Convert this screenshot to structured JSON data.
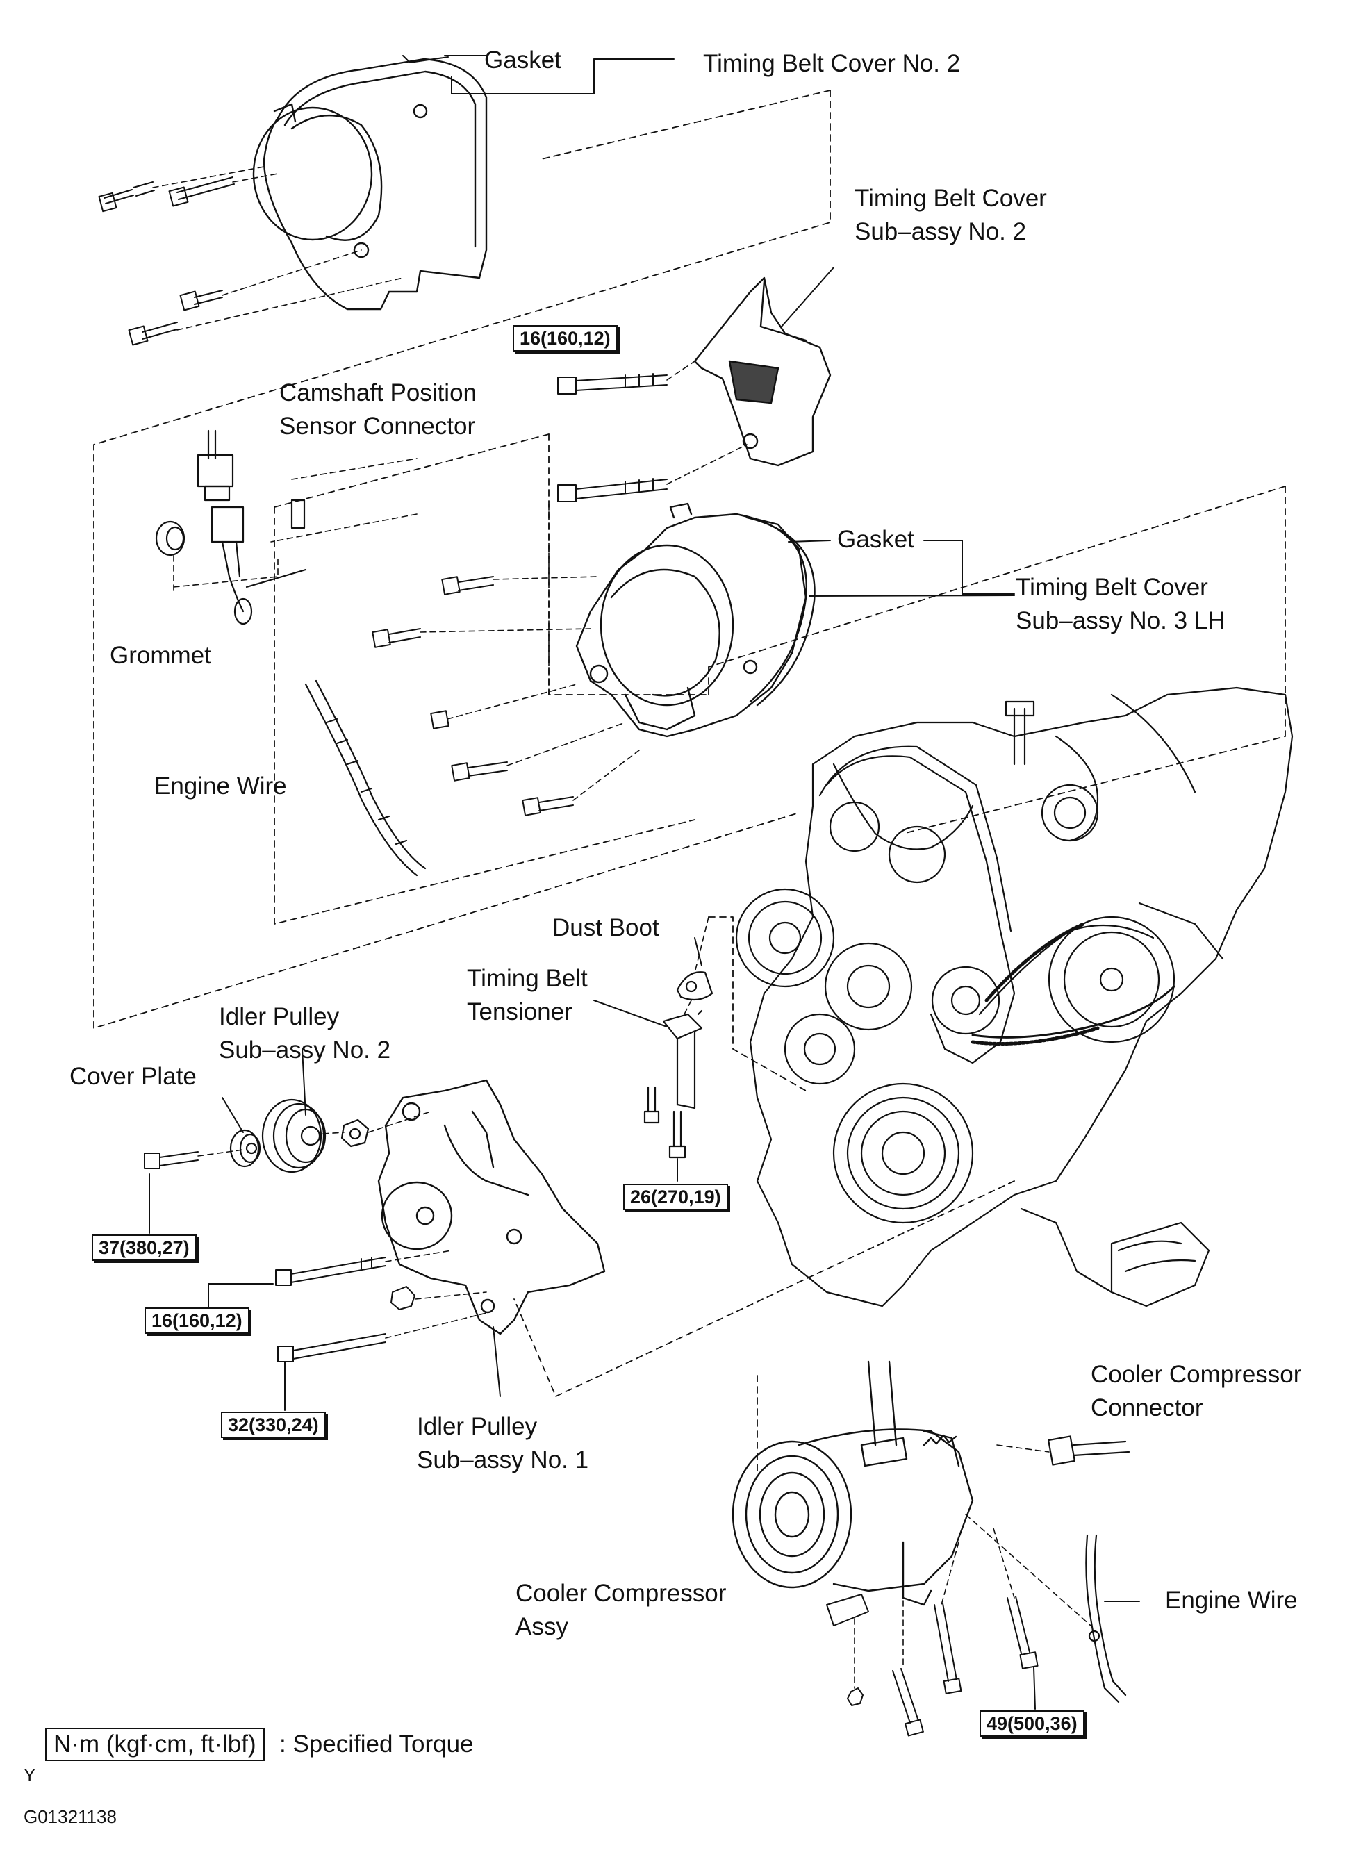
{
  "labels": {
    "gasket_top": "Gasket",
    "timing_belt_cover_no2": "Timing Belt Cover No. 2",
    "timing_belt_cover_subassy_no2": [
      "Timing Belt Cover",
      "Sub–assy No. 2"
    ],
    "camshaft_position_sensor_connector": [
      "Camshaft Position",
      "Sensor Connector"
    ],
    "gasket_mid": "Gasket",
    "timing_belt_cover_subassy_no3lh": [
      "Timing Belt Cover",
      "Sub–assy No. 3 LH"
    ],
    "grommet": "Grommet",
    "engine_wire_left": "Engine Wire",
    "dust_boot": "Dust Boot",
    "timing_belt_tensioner": [
      "Timing Belt",
      "Tensioner"
    ],
    "idler_pulley_no2": [
      "Idler Pulley",
      "Sub–assy No. 2"
    ],
    "cover_plate": "Cover Plate",
    "idler_pulley_no1": [
      "Idler Pulley",
      "Sub–assy No. 1"
    ],
    "cooler_compressor_connector": [
      "Cooler Compressor",
      "Connector"
    ],
    "cooler_compressor_assy": [
      "Cooler Compressor",
      "Assy"
    ],
    "engine_wire_right": "Engine Wire"
  },
  "torques": {
    "cover_sub2_bolt": "16(160,12)",
    "tensioner_bolt": "26(270,19)",
    "cover_plate_bolt": "37(380,27)",
    "idler_bolt_a": "16(160,12)",
    "idler_bolt_b": "32(330,24)",
    "compressor_bolt": "49(500,36)"
  },
  "legend": {
    "unit": "N·m (kgf·cm, ft·lbf)",
    "text": ": Specified Torque"
  },
  "footer": {
    "mark": "Y",
    "figure_id": "G01321138"
  }
}
